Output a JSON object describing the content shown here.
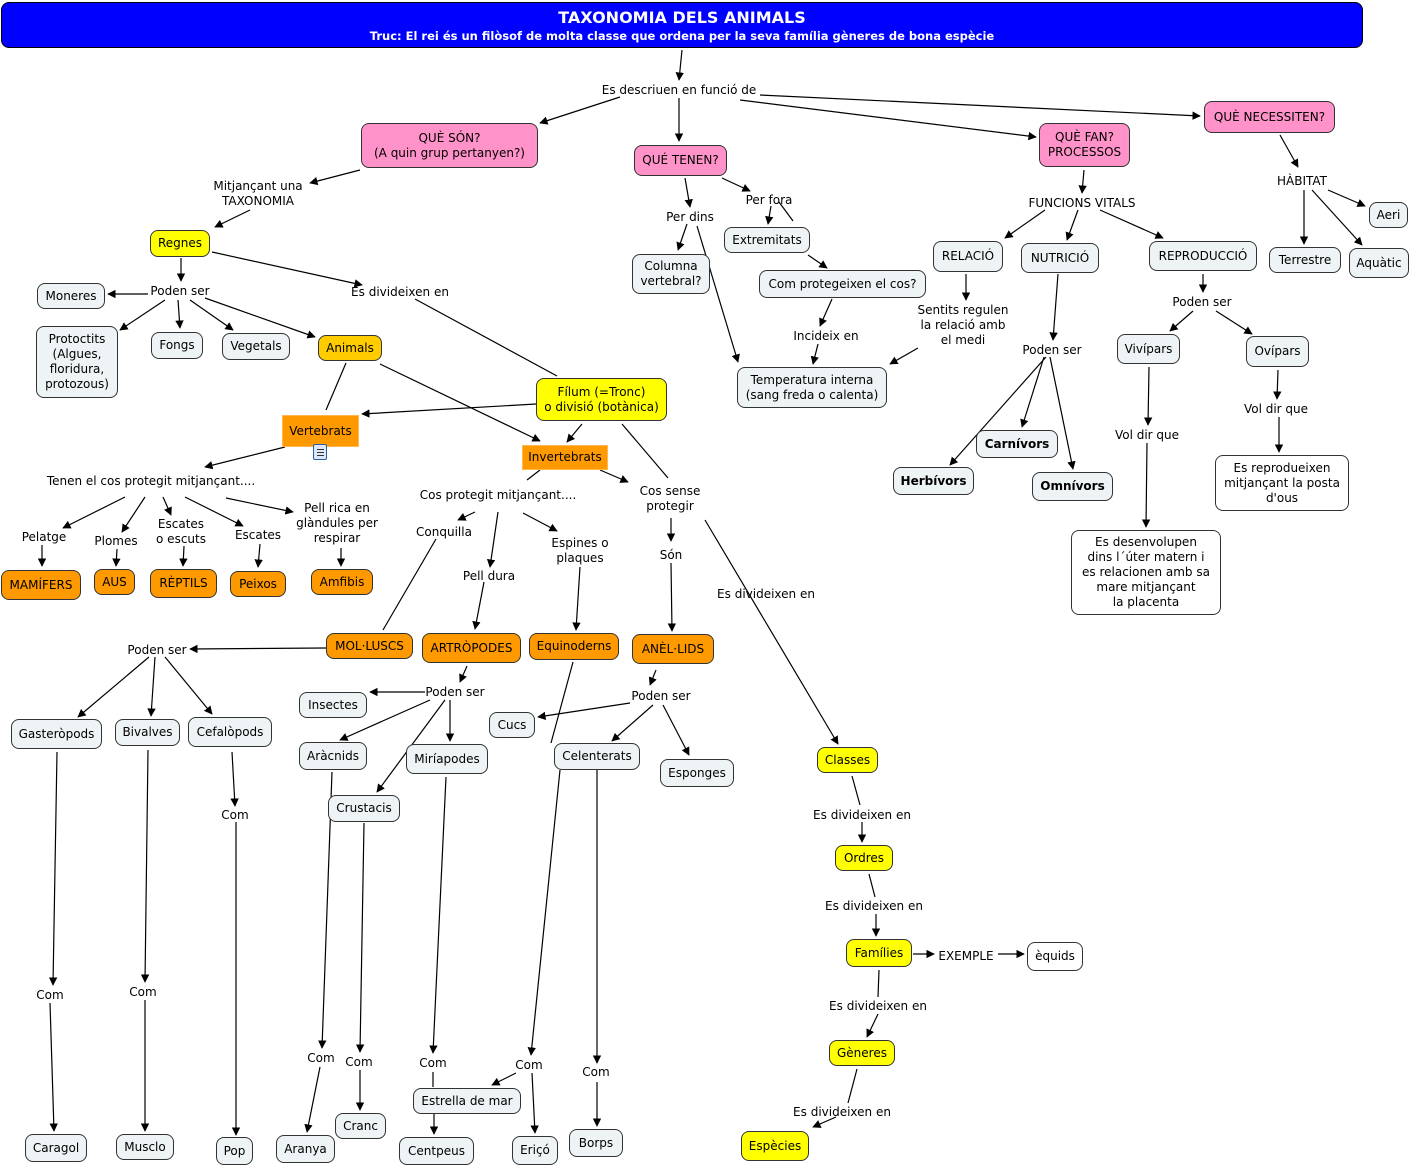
{
  "header": {
    "title": "TAXONOMIA DELS ANIMALS",
    "subtitle": "Truc: El rei és un filòsof de molta classe que ordena per la seva família gèneres de bona espècie",
    "color": "#0000ff"
  },
  "colors": {
    "question": "#ff93c9",
    "taxon_level": "#ffff00",
    "animals": "#ffcc00",
    "group": "#ff9900",
    "leaf": "#eef3f6"
  },
  "nodes": {
    "que_son": "QUÈ SÓN?\n(A quin grup pertanyen?)",
    "que_tenen": "QUÉ TENEN?",
    "que_fan": "QUÈ FAN?\nPROCESSOS",
    "que_necessiten": "QUÈ NECESSITEN?",
    "regnes": "Regnes",
    "moneres": "Moneres",
    "protoctits": "Protoctits\n(Algues,\nfloridura,\nprotozous)",
    "fongs": "Fongs",
    "vegetals": "Vegetals",
    "animals": "Animals",
    "filum": "Fílum (=Tronc)\no divisió (botànica)",
    "vertebrats": "Vertebrats",
    "invertebrats": "Invertebrats",
    "mamifers": "MAMÍFERS",
    "aus": "AUS",
    "reptils": "RÈPTILS",
    "peixos": "Peixos",
    "amfibis": "Amfibis",
    "molluscs": "MOL·LUSCS",
    "artropodes": "ARTRÒPODES",
    "equinoderms": "Equinoderns",
    "annelids": "ANÈL·LIDS",
    "gasteropods": "Gasteròpods",
    "bivalves": "Bivalves",
    "cefalopods": "Cefalòpods",
    "insectes": "Insectes",
    "aracnids": "Aràcnids",
    "miriapodes": "Miríapodes",
    "crustacis": "Crustacis",
    "cucs": "Cucs",
    "celenterats": "Celenterats",
    "esponges": "Esponges",
    "caragol": "Caragol",
    "musclo": "Musclo",
    "pop": "Pop",
    "aranya": "Aranya",
    "cranc": "Cranc",
    "estrella": "Estrella de mar",
    "centpeus": "Centpeus",
    "erico": "Eriçó",
    "borps": "Borps",
    "classes": "Classes",
    "ordres": "Ordres",
    "families": "Famílies",
    "generes": "Gèneres",
    "especies": "Espècies",
    "equids": "èquids",
    "columna": "Columna\nvertebral?",
    "extremitats": "Extremitats",
    "com_protegeixen": "Com protegeixen el cos?",
    "temperatura": "Temperatura interna\n(sang freda o calenta)",
    "relacio": "RELACIÓ",
    "nutricio": "NUTRICIÓ",
    "reproduccio": "REPRODUCCIÓ",
    "carnivors": "Carnívors",
    "herbivors": "Herbívors",
    "omnivors": "Omnívors",
    "vivipars": "Vivípars",
    "ovipars": "Ovípars",
    "desenvolupen": "Es desenvolupen\ndins l´úter matern i\nes relacionen amb sa\nmare mitjançant\nla placenta",
    "posta": "Es reprodueixen\nmitjançant la posta\nd'ous",
    "terrestre": "Terrestre",
    "aquatic": "Aquàtic",
    "aeri": "Aeri"
  },
  "links": {
    "descriuen": "Es descriuen en funció de",
    "mitjancant_taxonomia": "Mitjançant una\nTAXONOMIA",
    "poden_ser_regnes": "Poden ser",
    "es_divideixen_filum": "Es divideixen en",
    "tenen_cos": "Tenen el cos protegit mitjançant....",
    "pelatge": "Pelatge",
    "plomes": "Plomes",
    "escates_escuts": "Escates\no escuts",
    "escates": "Escates",
    "pell_rica": "Pell rica en\nglàndules per\nrespirar",
    "cos_protegit": "Cos protegit mitjançant....",
    "cos_sense": "Cos sense\nprotegir",
    "conquilla": "Conquilla",
    "pell_dura": "Pell dura",
    "espines": "Espines o\nplaques",
    "son": "Són",
    "es_divideixen_classes": "Es divideixen en",
    "poden_ser_molluscs": "Poden ser",
    "poden_ser_artropodes": "Poden ser",
    "poden_ser_annelids": "Poden ser",
    "com_cefalopods": "Com",
    "com_gasteropods": "Com",
    "com_bivalves": "Com",
    "com_aracnids": "Com",
    "com_crustacis": "Com",
    "com_miriapodes": "Com",
    "com_equinoderms": "Com",
    "com_celenterats": "Com",
    "es_divideixen_ordres": "Es divideixen en",
    "es_divideixen_families": "Es divideixen en",
    "es_divideixen_generes": "Es divideixen en",
    "es_divideixen_especies": "Es divideixen en",
    "exemple": "EXEMPLE",
    "per_dins": "Per dins",
    "per_fora": "Per fora",
    "incideix": "Incideix en",
    "funcions_vitals": "FUNCIONS VITALS",
    "sentits": "Sentits regulen\nla relació amb\nel medi",
    "poden_ser_nutricio": "Poden ser",
    "poden_ser_reproduccio": "Poden ser",
    "vol_dir_vivipars": "Vol dir que",
    "vol_dir_ovipars": "Vol dir que",
    "habitat": "HÀBITAT"
  }
}
